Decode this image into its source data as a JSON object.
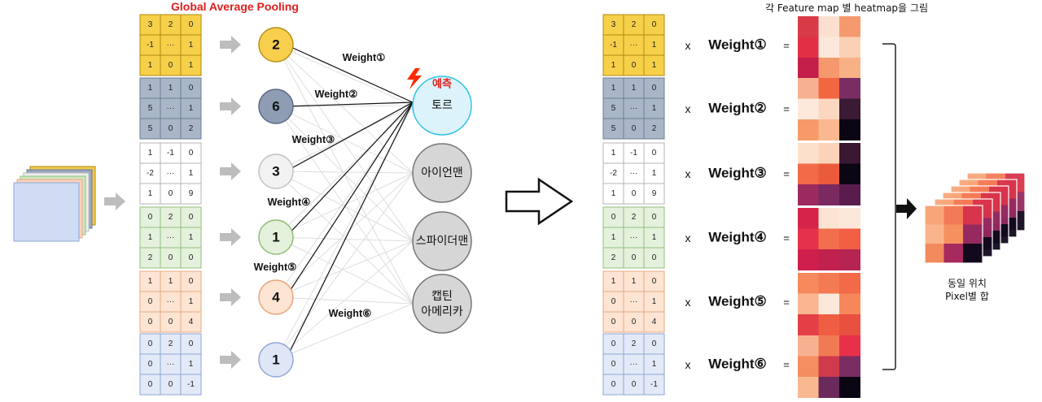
{
  "header": {
    "gap_title": "Global Average Pooling",
    "right_title": "각 Feature map 별 heatmap을 그림"
  },
  "matrices": [
    {
      "cells": [
        "3",
        "2",
        "0",
        "-1",
        "···",
        "1",
        "1",
        "0",
        "1"
      ],
      "fill": "#f7d04a",
      "border": "#b08a10"
    },
    {
      "cells": [
        "1",
        "1",
        "0",
        "5",
        "···",
        "1",
        "5",
        "0",
        "2"
      ],
      "fill": "#a9b6c8",
      "border": "#6a7d96"
    },
    {
      "cells": [
        "1",
        "-1",
        "0",
        "-2",
        "···",
        "1",
        "1",
        "0",
        "9"
      ],
      "fill": "#ffffff",
      "border": "#b5b5b5"
    },
    {
      "cells": [
        "0",
        "2",
        "0",
        "1",
        "···",
        "1",
        "2",
        "0",
        "0"
      ],
      "fill": "#e4f1dc",
      "border": "#93bf7b"
    },
    {
      "cells": [
        "1",
        "1",
        "0",
        "0",
        "···",
        "1",
        "0",
        "0",
        "4"
      ],
      "fill": "#fde4d3",
      "border": "#e8aa82"
    },
    {
      "cells": [
        "0",
        "2",
        "0",
        "0",
        "···",
        "1",
        "0",
        "0",
        "-1"
      ],
      "fill": "#e3eaf7",
      "border": "#8ea6d6"
    }
  ],
  "pooled_nodes": [
    {
      "value": "2",
      "fill": "#f7cf4d",
      "stroke": "#b8901a"
    },
    {
      "value": "6",
      "fill": "#8e9cb4",
      "stroke": "#5b6b86"
    },
    {
      "value": "3",
      "fill": "#f2f2f2",
      "stroke": "#c2c2c2"
    },
    {
      "value": "1",
      "fill": "#e4f1dc",
      "stroke": "#8ebd74"
    },
    {
      "value": "4",
      "fill": "#fde4d3",
      "stroke": "#e9a77d"
    },
    {
      "value": "1",
      "fill": "#dfe7f7",
      "stroke": "#92a8d8"
    }
  ],
  "weight_labels": [
    "Weight①",
    "Weight②",
    "Weight③",
    "Weight④",
    "Weight⑤",
    "Weight⑥"
  ],
  "classes": [
    {
      "lines": [
        "토르"
      ],
      "fill": "#ddf3fb",
      "stroke": "#33c2e6"
    },
    {
      "lines": [
        "아이언맨"
      ],
      "fill": "#d6d6d6",
      "stroke": "#777777"
    },
    {
      "lines": [
        "스파이더맨"
      ],
      "fill": "#d6d6d6",
      "stroke": "#777777"
    },
    {
      "lines": [
        "캡틴",
        "아메리카"
      ],
      "fill": "#d6d6d6",
      "stroke": "#777777"
    }
  ],
  "prediction_label": "예측",
  "multiply_symbol": "x",
  "equals_symbol": "=",
  "heatmaps": [
    [
      "#d83a48",
      "#fce0cf",
      "#f59a6e",
      "#e12f45",
      "#fbe8da",
      "#fbd1b5",
      "#c41e4a",
      "#f5986e",
      "#f8b185"
    ],
    [
      "#f8b190",
      "#f26641",
      "#7a2d62",
      "#fde9dc",
      "#fcd7c0",
      "#3a1a35",
      "#f79a6a",
      "#f9b88f",
      "#0a0614"
    ],
    [
      "#fde0cc",
      "#fcd2b8",
      "#3a1833",
      "#f26a47",
      "#eb5a3a",
      "#0a0614",
      "#9b2a5e",
      "#7b2961",
      "#5a1c4d"
    ],
    [
      "#d4244a",
      "#fce4d2",
      "#fce8da",
      "#e5324a",
      "#f36e4c",
      "#f25f44",
      "#cf1f4d",
      "#c0214f",
      "#b62451"
    ],
    [
      "#f68a5c",
      "#f47a52",
      "#f26a47",
      "#fab690",
      "#fce8da",
      "#f6875a",
      "#e43f47",
      "#ef5e42",
      "#e8503f"
    ],
    [
      "#f8b190",
      "#f07a52",
      "#e8304a",
      "#f58e60",
      "#cf3a4c",
      "#7a2d62",
      "#f9b890",
      "#6a2a5c",
      "#0a0614"
    ]
  ],
  "result_stack": [
    "#f8a679",
    "#f37a56",
    "#d8344b",
    "#f9b48c",
    "#f6905f",
    "#962a60",
    "#f28a5d",
    "#a62a5e",
    "#120a1c"
  ],
  "sum_label": [
    "동일 위치",
    "Pixel별 합"
  ]
}
